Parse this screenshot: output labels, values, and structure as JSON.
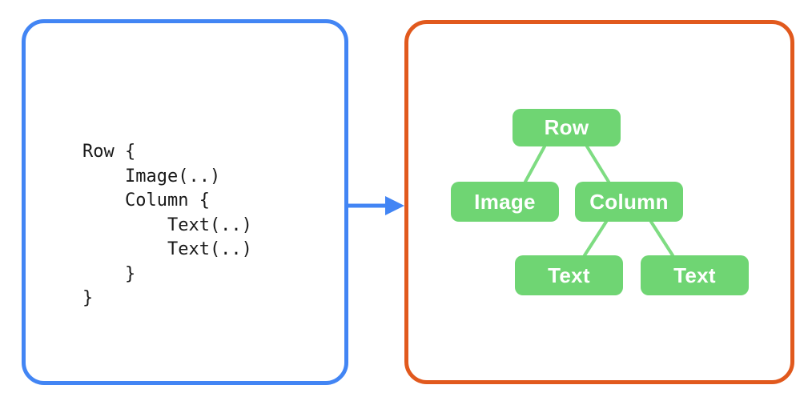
{
  "code_panel": {
    "border_color": "#4285F4",
    "code": "Row {\n    Image(..)\n    Column {\n        Text(..)\n        Text(..)\n    }\n}",
    "code_lines": [
      "Row {",
      "    Image(..)",
      "    Column {",
      "        Text(..)",
      "        Text(..)",
      "    }",
      "}"
    ]
  },
  "arrow": {
    "color": "#4285F4",
    "direction": "right"
  },
  "tree_panel": {
    "border_color": "#E1591D",
    "node_fill": "#6FD573",
    "node_text_color": "#FFFFFF",
    "connector_color": "#7EDC82",
    "nodes": [
      {
        "id": "row",
        "label": "Row"
      },
      {
        "id": "image",
        "label": "Image"
      },
      {
        "id": "column",
        "label": "Column"
      },
      {
        "id": "text1",
        "label": "Text"
      },
      {
        "id": "text2",
        "label": "Text"
      }
    ],
    "edges": [
      [
        "row",
        "image"
      ],
      [
        "row",
        "column"
      ],
      [
        "column",
        "text1"
      ],
      [
        "column",
        "text2"
      ]
    ]
  }
}
